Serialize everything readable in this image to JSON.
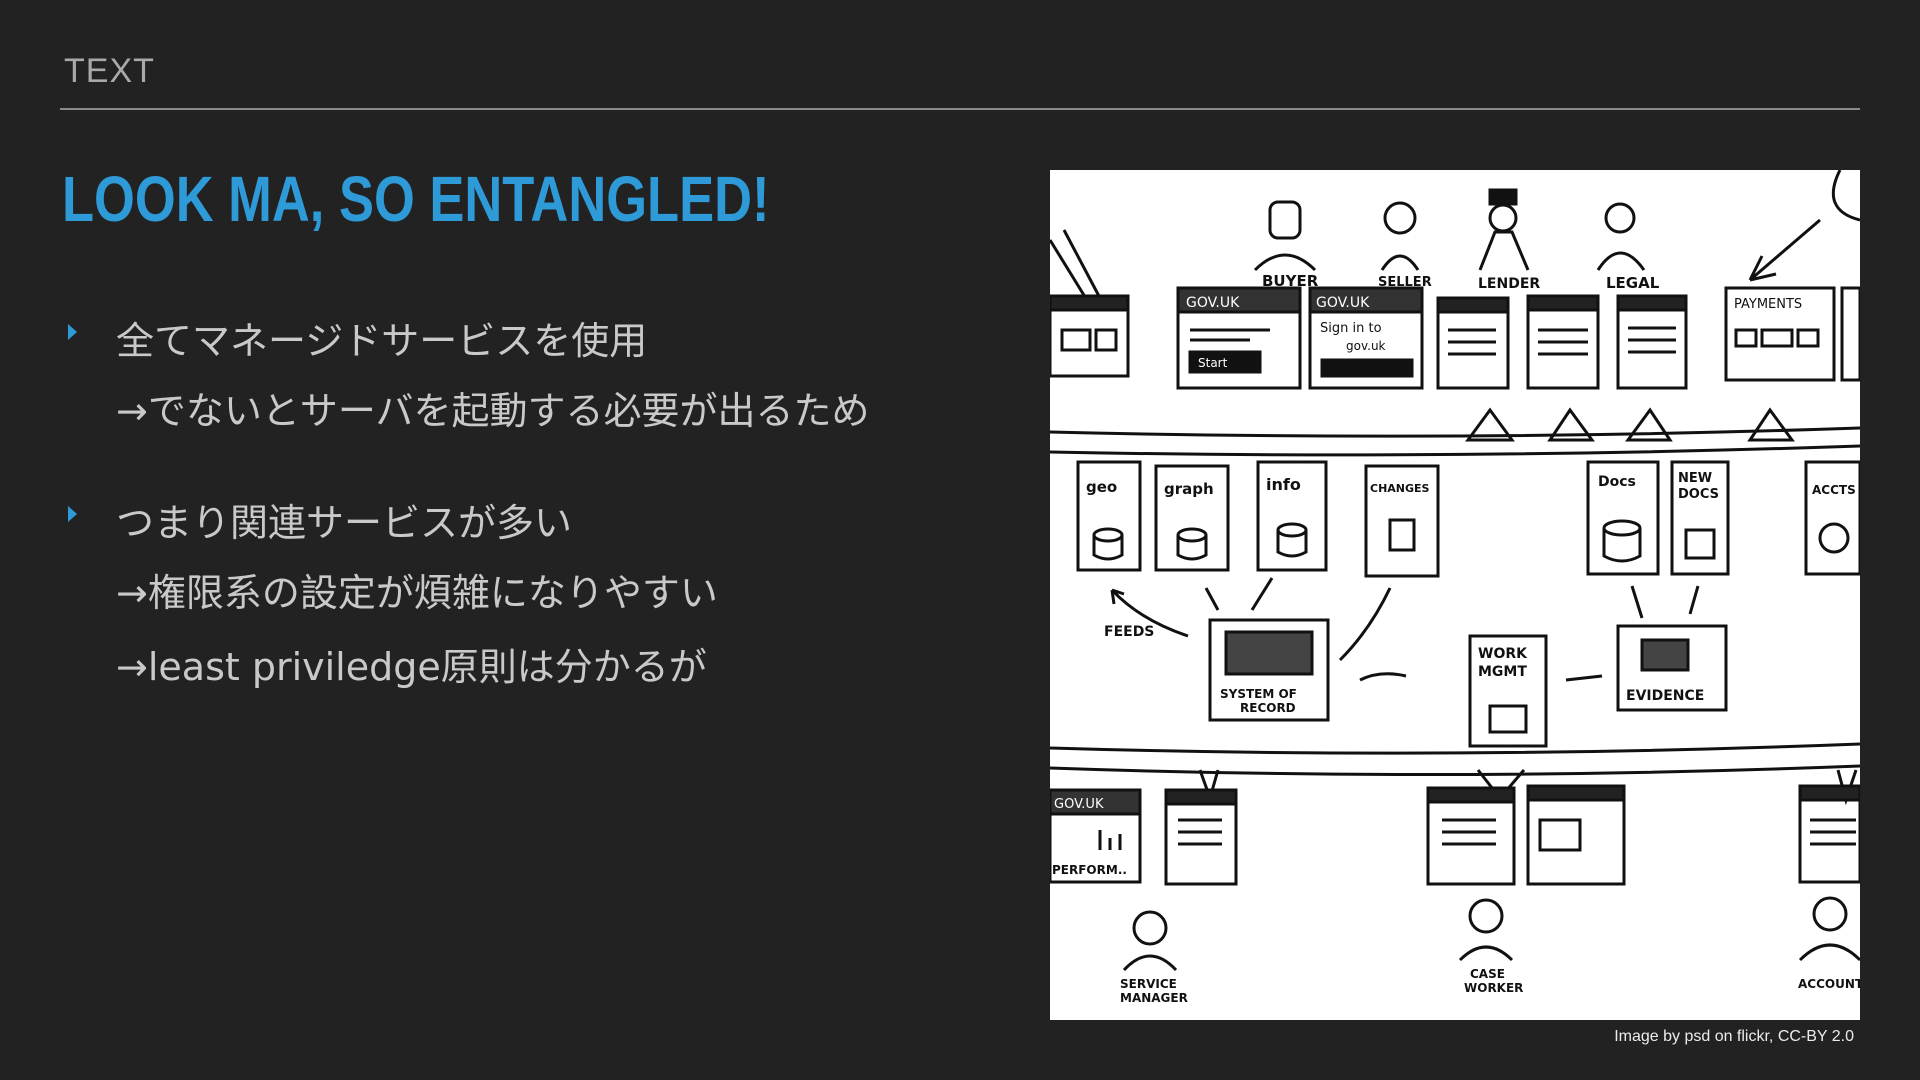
{
  "header": {
    "section_label": "TEXT"
  },
  "slide": {
    "title": "LOOK MA, SO ENTANGLED!",
    "bullets": [
      {
        "text": "全てマネージドサービスを使用",
        "sub": [
          "→でないとサーバを起動する必要が出るため"
        ]
      },
      {
        "text": "つまり関連サービスが多い",
        "sub": [
          "→権限系の設定が煩雑になりやすい",
          "→least priviledge原則は分かるが"
        ]
      }
    ]
  },
  "figure": {
    "caption": "Image by psd on flickr, CC-BY 2.0",
    "sketch_text": {
      "buyer": "BUYER",
      "seller": "SELLER",
      "lender": "LENDER",
      "legal": "LEGAL",
      "govuk_1": "GOV.UK",
      "start": "Start",
      "govuk_2": "GOV.UK",
      "sign_in": "Sign in to",
      "sign_in_2": "gov.uk",
      "payments": "PAYMENTS",
      "geo": "geo",
      "graph": "graph",
      "info": "info",
      "changes": "CHANGES",
      "docs": "Docs",
      "new_docs_1": "NEW",
      "new_docs_2": "DOCS",
      "accts": "ACCTS",
      "feeds": "FEEDS",
      "system_1": "SYSTEM OF",
      "system_2": "RECORD",
      "work_1": "WORK",
      "work_2": "MGMT",
      "evidence": "EVIDENCE",
      "govuk_3": "GOV.UK",
      "perform": "PERFORM..",
      "service_1": "SERVICE",
      "service_2": "MANAGER",
      "case_1": "CASE",
      "case_2": "WORKER",
      "account": "ACCOUNT"
    }
  }
}
